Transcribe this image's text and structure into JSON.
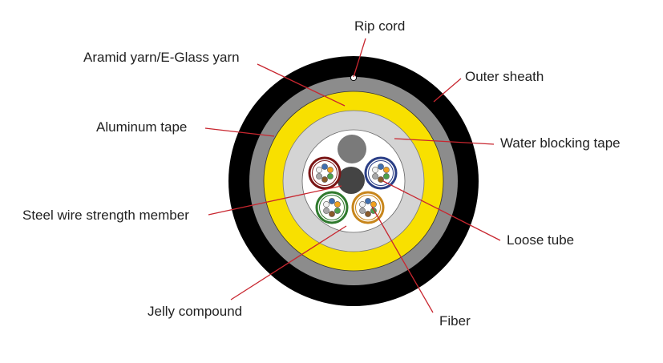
{
  "labels": {
    "rip_cord": "Rip cord",
    "aramid_yarn": "Aramid yarn/E-Glass yarn",
    "outer_sheath": "Outer sheath",
    "aluminum_tape": "Aluminum tape",
    "water_blocking_tape": "Water blocking tape",
    "steel_wire": "Steel wire strength member",
    "loose_tube": "Loose tube",
    "jelly_compound": "Jelly compound",
    "fiber": "Fiber"
  },
  "colors": {
    "outer_sheath": "#000000",
    "aramid_layer": "#8c8c8c",
    "aluminum_tape": "#f8e000",
    "water_blocking_tape": "#d4d4d4",
    "core_fill": "#ffffff",
    "filler_rod": "#7a7a7a",
    "steel_wire": "#444444",
    "leader_line": "#c8262f",
    "tube_left": "#7a1515",
    "tube_right": "#2a3e86",
    "tube_bottom_left": "#2f7a2e",
    "tube_bottom_right": "#c8861c",
    "fiber_colors": [
      "#3f6fb0",
      "#f0a020",
      "#4aa04a",
      "#8a5a2a",
      "#a8a8a8",
      "#f2f2f2"
    ]
  },
  "icons": [
    "fiber-optic-cable-cross-section"
  ]
}
